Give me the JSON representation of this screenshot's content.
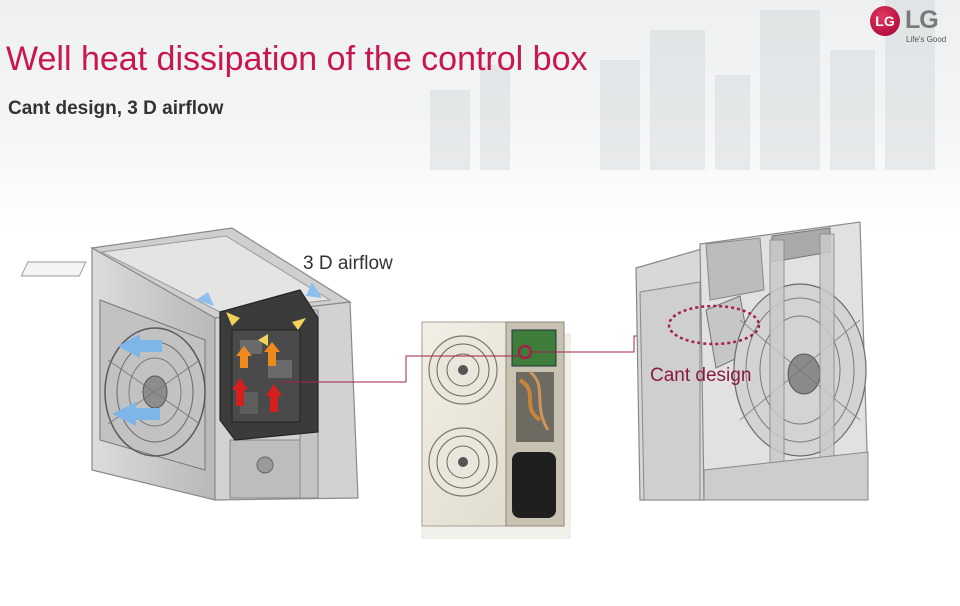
{
  "slide": {
    "title": "Well heat dissipation of the control box",
    "subtitle": "Cant design, 3 D airflow"
  },
  "logo": {
    "mark": "LG",
    "brand": "LG",
    "tagline": "Life's Good"
  },
  "labels": {
    "airflow": "3 D airflow",
    "cant": "Cant design"
  },
  "colors": {
    "title": "#c8164f",
    "callout_line": "#a5204a",
    "cant_label": "#8a1c3c",
    "airflow_blue": "#7fb6ea",
    "airflow_yellow": "#f2d35a",
    "airflow_orange": "#f08a1c",
    "airflow_red": "#d6201f"
  }
}
